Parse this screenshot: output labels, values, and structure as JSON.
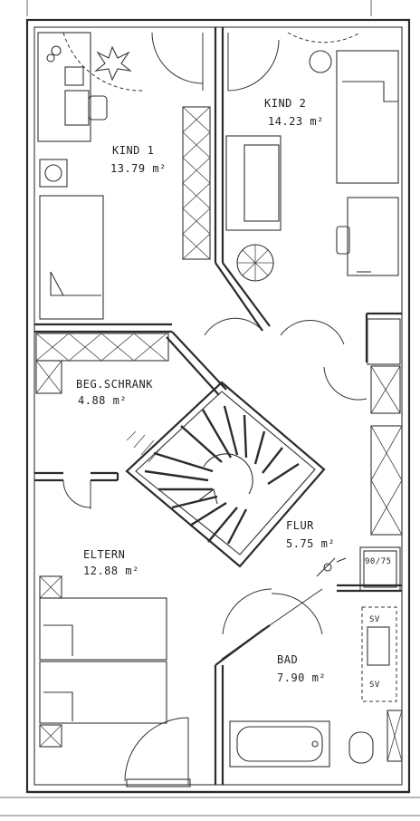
{
  "rooms": {
    "kind1": {
      "name": "KIND 1",
      "area": "13.79 m²"
    },
    "kind2": {
      "name": "KIND 2",
      "area": "14.23 m²"
    },
    "schrank": {
      "name": "BEG.SCHRANK",
      "area": "4.88 m²"
    },
    "eltern": {
      "name": "ELTERN",
      "area": "12.88 m²"
    },
    "flur": {
      "name": "FLUR",
      "area": "5.75 m²"
    },
    "bad": {
      "name": "BAD",
      "area": "7.90 m²"
    }
  },
  "fixtures": {
    "shower_size": "90/75",
    "valve_top": "SV",
    "valve_bottom": "SV"
  },
  "colors": {
    "line": "#2a2a2a",
    "background": "#ffffff"
  }
}
